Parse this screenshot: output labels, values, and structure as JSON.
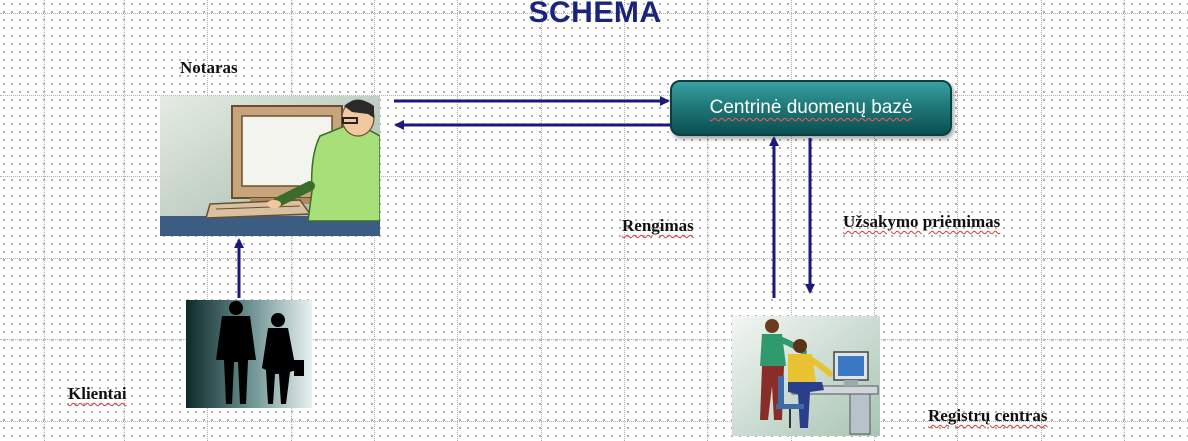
{
  "title": "SCHEMA",
  "nodes": {
    "notary_label": "Notaras",
    "database_label": "Centrinė duomenų bazė",
    "clients_label": "Klientai",
    "registry_label": "Registrų centras"
  },
  "edges": {
    "preparation_label": "Rengimas",
    "order_receipt_label": "Užsakymo priėmimas"
  },
  "colors": {
    "title": "#1a237e",
    "arrow": "#1a1a7e",
    "database_fill": "#1f7a7a"
  },
  "icons": {
    "notary": "person-at-computer-icon",
    "clients": "business-people-silhouette-icon",
    "registry": "office-workers-at-computer-icon"
  }
}
